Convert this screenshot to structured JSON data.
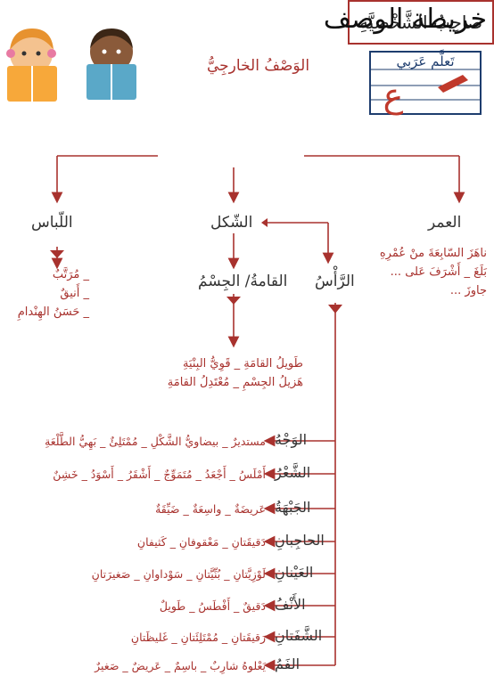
{
  "title": "خريطة الوصف",
  "subtitle": "الوَصْفُ الخارجِيُّ",
  "center": "صاحِبُ الشَّخْصِيَّةِ",
  "logo_text": "تَعلَّم عَرَبي",
  "branches": {
    "age": {
      "heading": "العمر",
      "items": [
        "ناهَزَ السّابِعَةَ منْ عُمْرِهِ",
        "بَلَغَ _ أَشْرَفَ عَلى ...",
        "جاوزَ ..."
      ]
    },
    "shape": {
      "heading": "الشّكل"
    },
    "clothes": {
      "heading": "اللّباس",
      "items": [
        "_ مُرَتَّبٌ",
        "_ أَنيقٌ",
        "_ حَسَنُ الهِنْدامِ"
      ]
    },
    "body": {
      "heading": "القامةُ/ الجِسْمُ",
      "items": [
        "طَويلُ القامَةِ _ قَوِيُّ البِنْيَةِ",
        "هَزيلُ الجِسْمِ _ مُعْتَدِلُ القامَةِ"
      ]
    },
    "head": {
      "heading": "الرَّأْسُ",
      "parts": [
        {
          "label": "الوَجْهُ",
          "desc": "مستديرٌ _ بيضاويُّ الشَّكْلِ _ مُمْتَلِئٌ _ بَهِيُّ الطَّلْعَةِ"
        },
        {
          "label": "الشَّعْرُ",
          "desc": "أَمْلَسُ _ أَجْعَدُ _ مُتَمَوِّجٌ _ أَشْقَرُ _ أَسْوَدُ _ خَشِنٌ"
        },
        {
          "label": "الجَبْهَةُ",
          "desc": "عَريضَةٌ _ واسِعَةٌ _ ضَيِّقَةٌ"
        },
        {
          "label": "الحاجِبانِ",
          "desc": "دَقيقَتانِ _ مَعْقوفانِ _ كَثيفانِ"
        },
        {
          "label": "العَيْنانِ",
          "desc": "لَوْزِيَّتانِ _ بُنِّيَّتانِ _ سَوْداوانِ _ صَغيرَتانِ"
        },
        {
          "label": "الأَنْفُ",
          "desc": "دَقيقٌ _ أَفْطَسُ _ طَويلٌ"
        },
        {
          "label": "الشَّفَتانِ",
          "desc": "رَقيقَتانِ _ مُمْتَلِئَتانِ _ غَليظَتانِ"
        },
        {
          "label": "الفَمُ",
          "desc": "يَعْلوهُ شارِبٌ _ باسِمٌ _ عَريضٌ _ صَغيرٌ"
        }
      ]
    }
  },
  "colors": {
    "accent": "#a8322e",
    "text": "#333333"
  }
}
